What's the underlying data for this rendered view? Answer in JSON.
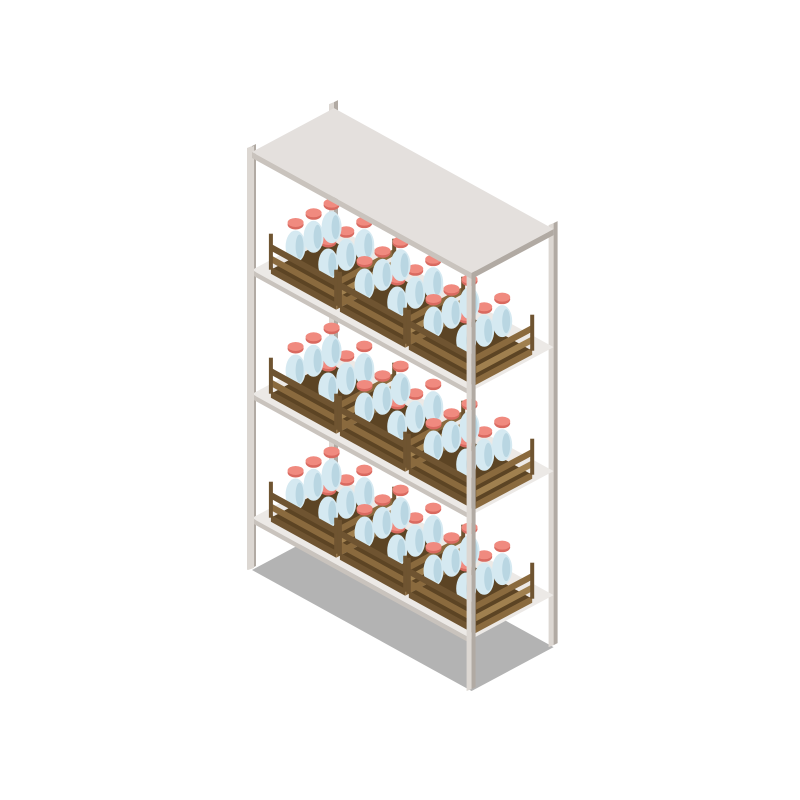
{
  "illustration": {
    "subject": "isometric-shelving-unit",
    "shelf_levels": 3,
    "crates_per_shelf": 3,
    "colors": {
      "background": "#ffffff",
      "shadow": "#b3b3b3",
      "top_board": "#e4e0dd",
      "shelf_board": "#ece9e6",
      "shelf_edge": "#c9c3bd",
      "post_front": "#dcd7d2",
      "post_side": "#b1aaa3",
      "crate_dark": "#6f5431",
      "crate_mid": "#8a6a3e",
      "crate_light": "#a0804f",
      "crate_inner": "#5c4424",
      "bottle": "#d5e9f1",
      "bottle_shade": "#b9d6e2",
      "cap": "#f08a7f",
      "cap_dark": "#d96a60"
    }
  }
}
